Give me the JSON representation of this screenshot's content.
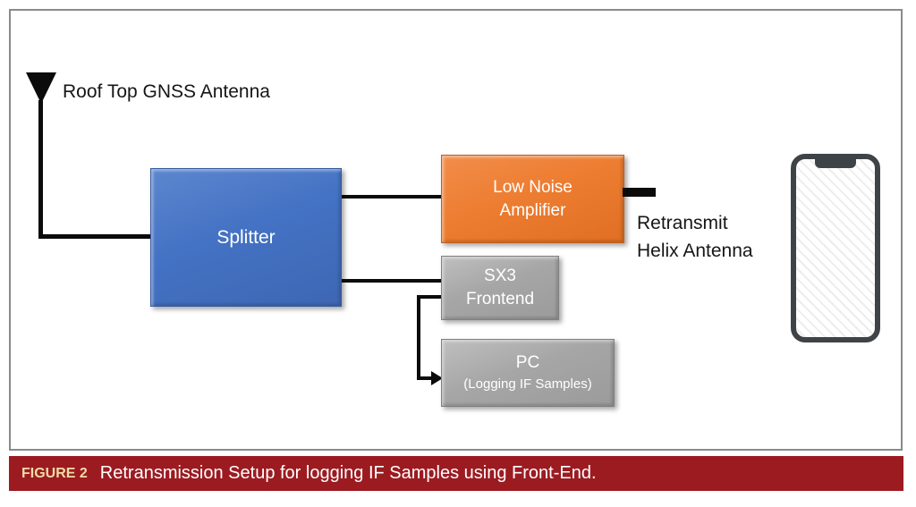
{
  "figure": {
    "label": "FIGURE 2",
    "caption": "Retransmission Setup for logging IF Samples using Front-End.",
    "bar_color": "#9b1b21",
    "label_color": "#efdca6"
  },
  "diagram": {
    "antenna_label": "Roof Top GNSS Antenna",
    "retransmit": {
      "line1": "Retransmit",
      "line2": "Helix Antenna"
    },
    "nodes": {
      "splitter": {
        "label": "Splitter",
        "color": "#4472c4"
      },
      "lna": {
        "line1": "Low Noise",
        "line2": "Amplifier",
        "color": "#ed7d31"
      },
      "sx3": {
        "line1": "SX3",
        "line2": "Frontend",
        "color": "#a6a6a6"
      },
      "pc": {
        "line1": "PC",
        "line2": "(Logging IF Samples)",
        "color": "#a6a6a6"
      }
    },
    "icons": {
      "gnss_antenna": "triangle-antenna-icon",
      "helix_stub": "antenna-stub-icon",
      "phone": "smartphone-icon"
    },
    "line_color": "#0b0b0b",
    "border_color": "#8a8a8a"
  }
}
